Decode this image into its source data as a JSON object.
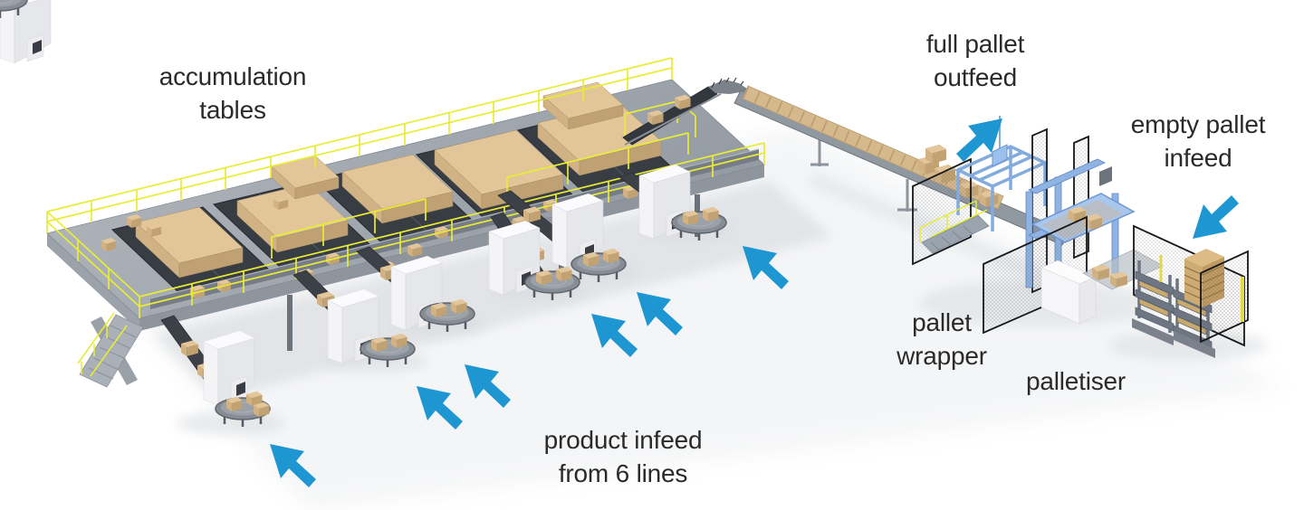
{
  "labels": {
    "accumulation_tables": {
      "line1": "accumulation",
      "line2": "tables"
    },
    "full_pallet_outfeed": {
      "line1": "full pallet",
      "line2": "outfeed"
    },
    "empty_pallet_infeed": {
      "line1": "empty pallet",
      "line2": "infeed"
    },
    "pallet_wrapper": {
      "line1": "pallet",
      "line2": "wrapper"
    },
    "palletiser": {
      "line1": "palletiser"
    },
    "product_infeed": {
      "line1": "product infeed",
      "line2": "from 6 lines"
    }
  },
  "arrows": {
    "color": "#1e96d2",
    "product_infeed": {
      "count": 6,
      "direction": "up-left"
    },
    "full_pallet_outfeed": {
      "count": 1,
      "direction": "up-right"
    },
    "empty_pallet_infeed": {
      "count": 1,
      "direction": "down-left"
    }
  },
  "colors": {
    "label_text": "#2a2a2a",
    "railing_yellow": "#e8ec36",
    "deck_gray": "#a6acb3",
    "table_dark": "#383d44",
    "box_tan": "#d8bb90",
    "machine_blue": "#8ab2e2",
    "fence_black": "#17181a",
    "cabinet_white": "#f5f5f7"
  }
}
